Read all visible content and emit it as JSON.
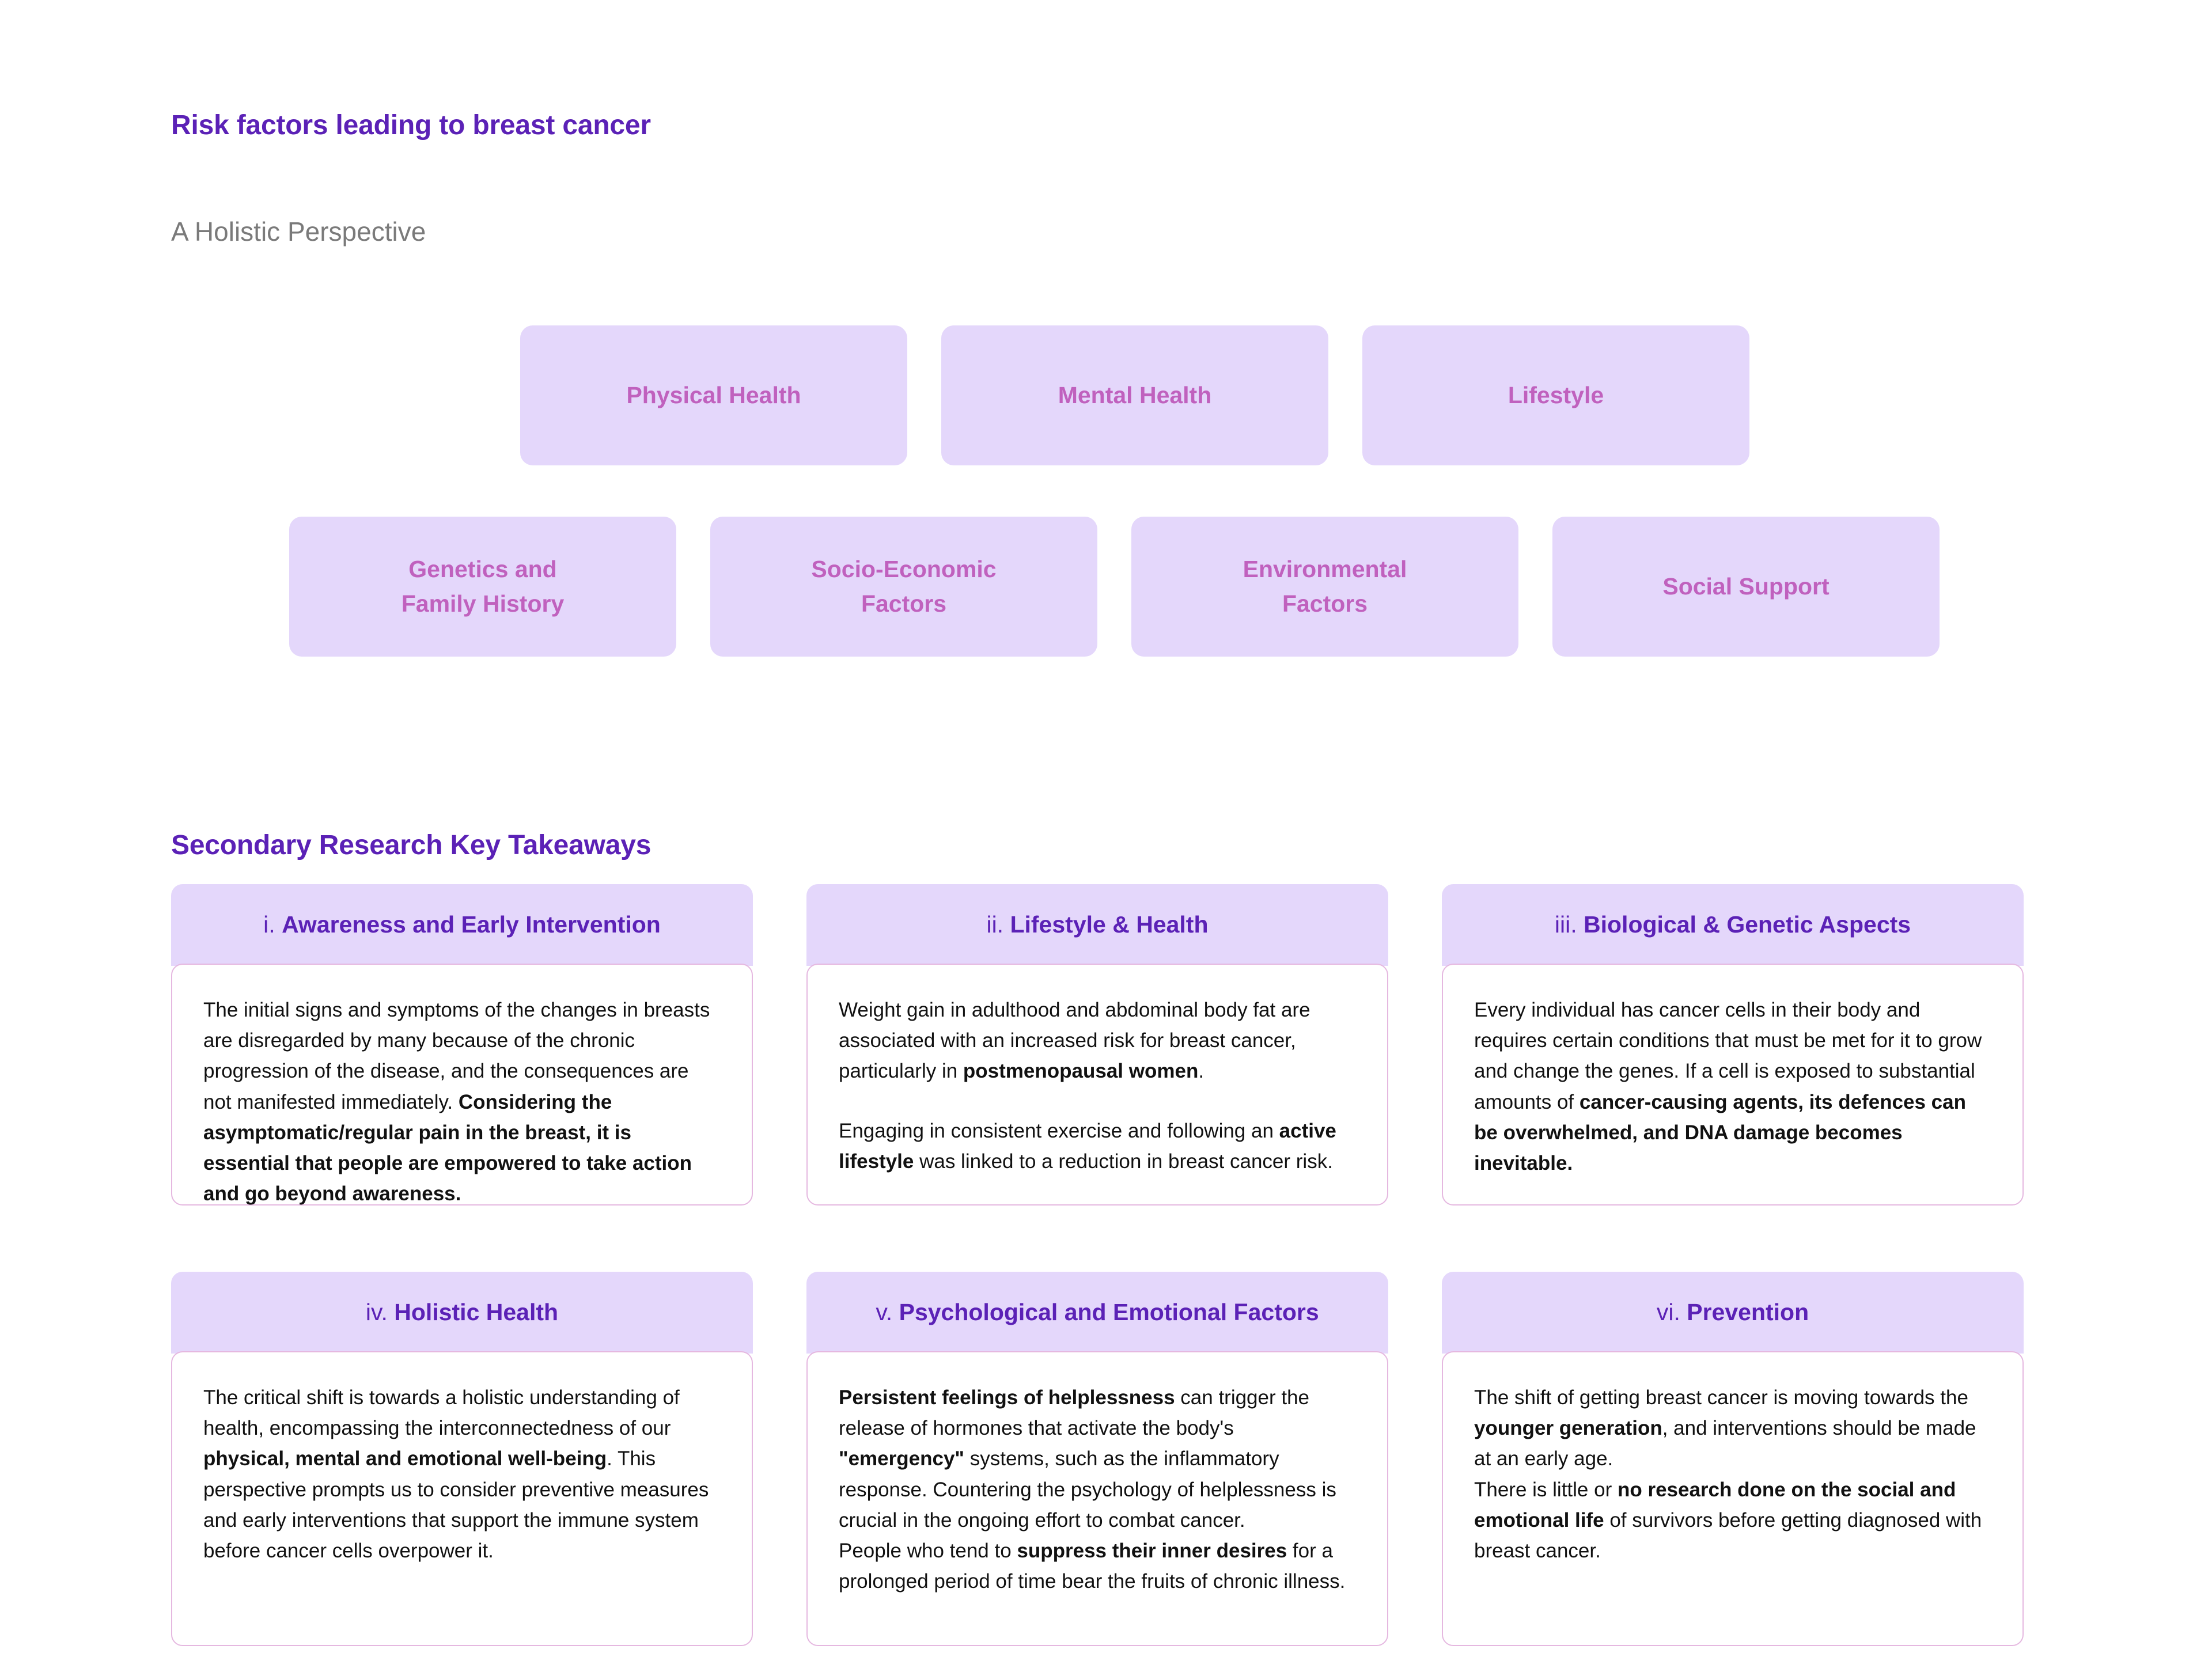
{
  "header": {
    "title": "Risk factors leading to breast cancer",
    "subtitle": "A Holistic Perspective"
  },
  "factors": {
    "row1": [
      {
        "label": "Physical Health"
      },
      {
        "label": "Mental Health"
      },
      {
        "label": "Lifestyle"
      }
    ],
    "row2": [
      {
        "label": "Genetics and\nFamily History"
      },
      {
        "label": "Socio-Economic\nFactors"
      },
      {
        "label": "Environmental\nFactors"
      },
      {
        "label": "Social Support"
      }
    ]
  },
  "takeaways": {
    "section_title": "Secondary Research Key Takeaways",
    "cards": [
      {
        "numeral": "i.",
        "title": "Awareness and Early Intervention",
        "paragraphs": [
          [
            {
              "text": "The initial signs and symptoms of the changes in breasts are disregarded by many because of the chronic progression of the disease, and the consequences are not manifested immediately. ",
              "bold": false
            },
            {
              "text": "Considering the asymptomatic/regular pain in the breast, it is essential that people are empowered to take action and go beyond awareness.",
              "bold": true
            }
          ]
        ]
      },
      {
        "numeral": "ii.",
        "title": "Lifestyle & Health",
        "paragraphs": [
          [
            {
              "text": "Weight gain in adulthood and abdominal body fat are associated with an increased risk for breast cancer, particularly in ",
              "bold": false
            },
            {
              "text": "postmenopausal women",
              "bold": true
            },
            {
              "text": ".",
              "bold": false
            }
          ],
          [
            {
              "text": "Engaging in consistent exercise and following an ",
              "bold": false
            },
            {
              "text": "active lifestyle",
              "bold": true
            },
            {
              "text": " was linked to a reduction in breast cancer risk.",
              "bold": false
            }
          ]
        ]
      },
      {
        "numeral": "iii.",
        "title": "Biological & Genetic Aspects",
        "paragraphs": [
          [
            {
              "text": "Every individual has cancer cells in their body and requires certain conditions that must be met for it to grow and change the genes. If a cell is exposed to substantial amounts of ",
              "bold": false
            },
            {
              "text": "cancer-causing agents, its defences can be overwhelmed, and DNA damage becomes inevitable.",
              "bold": true
            }
          ]
        ]
      },
      {
        "numeral": "iv.",
        "title": "Holistic Health",
        "paragraphs": [
          [
            {
              "text": "The critical shift is towards a holistic understanding of health, encompassing the interconnectedness of our ",
              "bold": false
            },
            {
              "text": "physical, mental and emotional well-being",
              "bold": true
            },
            {
              "text": ". This perspective prompts us to consider preventive measures and early interventions that support the immune system before cancer cells overpower it.",
              "bold": false
            }
          ]
        ]
      },
      {
        "numeral": "v.",
        "title": "Psychological and Emotional Factors",
        "paragraphs": [
          [
            {
              "text": "Persistent feelings of helplessness",
              "bold": true
            },
            {
              "text": " can trigger the release of hormones that activate the body's ",
              "bold": false
            },
            {
              "text": "\"emergency\"",
              "bold": true
            },
            {
              "text": " systems, such as the inflammatory response. Countering the psychology of helplessness is crucial in the ongoing effort to combat cancer.",
              "bold": false
            }
          ],
          [
            {
              "text": "People who tend to ",
              "bold": false
            },
            {
              "text": "suppress their inner desires",
              "bold": true
            },
            {
              "text": " for a prolonged period of time bear the fruits of chronic illness.",
              "bold": false
            }
          ]
        ]
      },
      {
        "numeral": "vi.",
        "title": "Prevention",
        "paragraphs": [
          [
            {
              "text": "The shift of getting breast cancer is moving towards the ",
              "bold": false
            },
            {
              "text": "younger generation",
              "bold": true
            },
            {
              "text": ", and interventions should be made at an early age.",
              "bold": false
            }
          ],
          [
            {
              "text": "There is little or ",
              "bold": false
            },
            {
              "text": "no research done on the social and emotional life",
              "bold": true
            },
            {
              "text": " of survivors before getting diagnosed with breast cancer.",
              "bold": false
            }
          ]
        ]
      }
    ]
  },
  "theme": {
    "accent_purple": "#5B21B6",
    "chip_bg": "#E4D7FB",
    "chip_text": "#C061BE",
    "card_border": "#E5B8E0",
    "subtitle_gray": "#7A7A7A",
    "body_text": "#111111",
    "page_bg": "#FFFFFF"
  }
}
